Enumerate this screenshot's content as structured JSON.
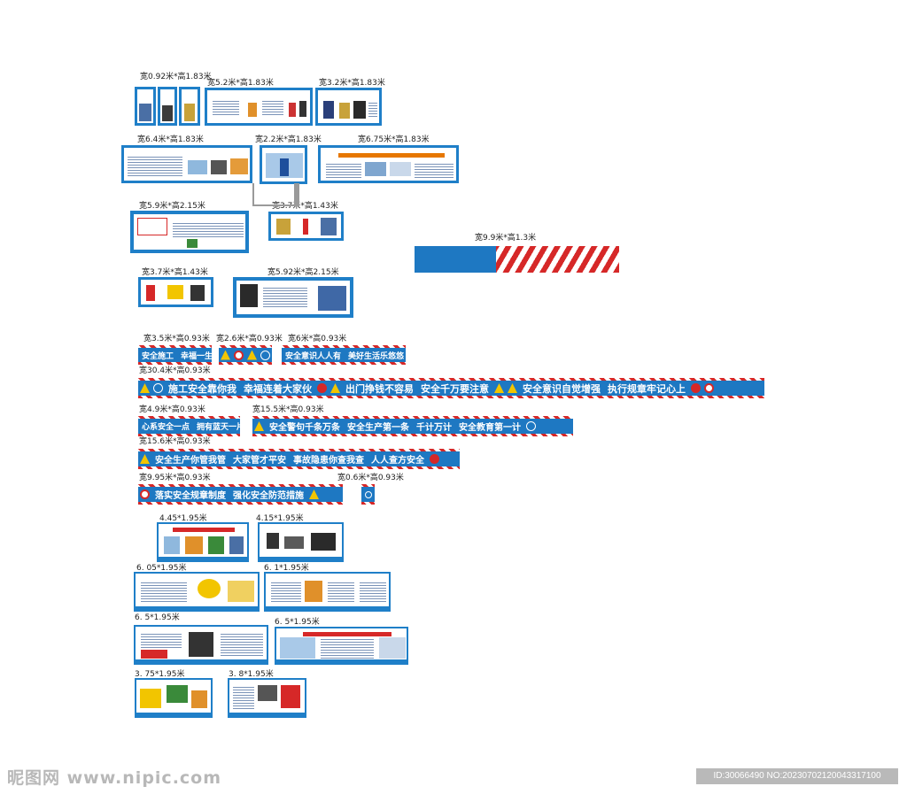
{
  "colors": {
    "panel_blue": "#1f7fc8",
    "stripe_red": "#d62828",
    "banner_blue": "#1e78c2",
    "warn_yellow": "#f2c500"
  },
  "labels": {
    "p1": "宽0.92米*高1.83米",
    "p2": "宽5.2米*高1.83米",
    "p3": "宽3.2米*高1.83米",
    "p4": "宽6.4米*高1.83米",
    "p5": "宽2.2米*高1.83米",
    "p6": "宽6.75米*高1.83米",
    "p7": "宽5.9米*高2.15米",
    "p8": "宽3.7米*高1.43米",
    "p9": "宽9.9米*高1.3米",
    "p10": "宽3.7米*高1.43米",
    "p11": "宽5.92米*高2.15米",
    "b1": "宽3.5米*高0.93米",
    "b2": "宽2.6米*高0.93米",
    "b3": "宽6米*高0.93米",
    "b4": "宽30.4米*高0.93米",
    "b5": "宽4.9米*高0.93米",
    "b6": "宽15.5米*高0.93米",
    "b7": "宽15.6米*高0.93米",
    "b8": "宽9.95米*高0.93米",
    "b9": "宽0.6米*高0.93米",
    "q1": "4.45*1.95米",
    "q2": "4.15*1.95米",
    "q3": "6. 05*1.95米",
    "q4": "6. 1*1.95米",
    "q5": "6. 5*1.95米",
    "q6": "6. 5*1.95米",
    "q7": "3. 75*1.95米",
    "q8": "3. 8*1.95米"
  },
  "banners": {
    "b1": [
      "安全施工",
      "幸福一生"
    ],
    "b3": [
      "安全意识人人有",
      "美好生活乐悠悠"
    ],
    "b4": [
      "施工安全靠你我",
      "幸福连着大家伙",
      "出门挣钱不容易",
      "安全千万要注意",
      "安全意识自觉增强",
      "执行规章牢记心上"
    ],
    "b5": [
      "心系安全一点",
      "拥有蓝天一片"
    ],
    "b6": [
      "安全警句千条万条",
      "安全生产第一条",
      "千计万计",
      "安全教育第一计"
    ],
    "b7": [
      "安全生产你管我管",
      "大家管才平安",
      "事故隐患你查我查",
      "人人查方安全"
    ],
    "b8": [
      "落实安全规章制度",
      "强化安全防范措施"
    ]
  },
  "watermark": "昵图网 www.nipic.com",
  "image_id": "ID:30066490 NO:20230702120043317100"
}
